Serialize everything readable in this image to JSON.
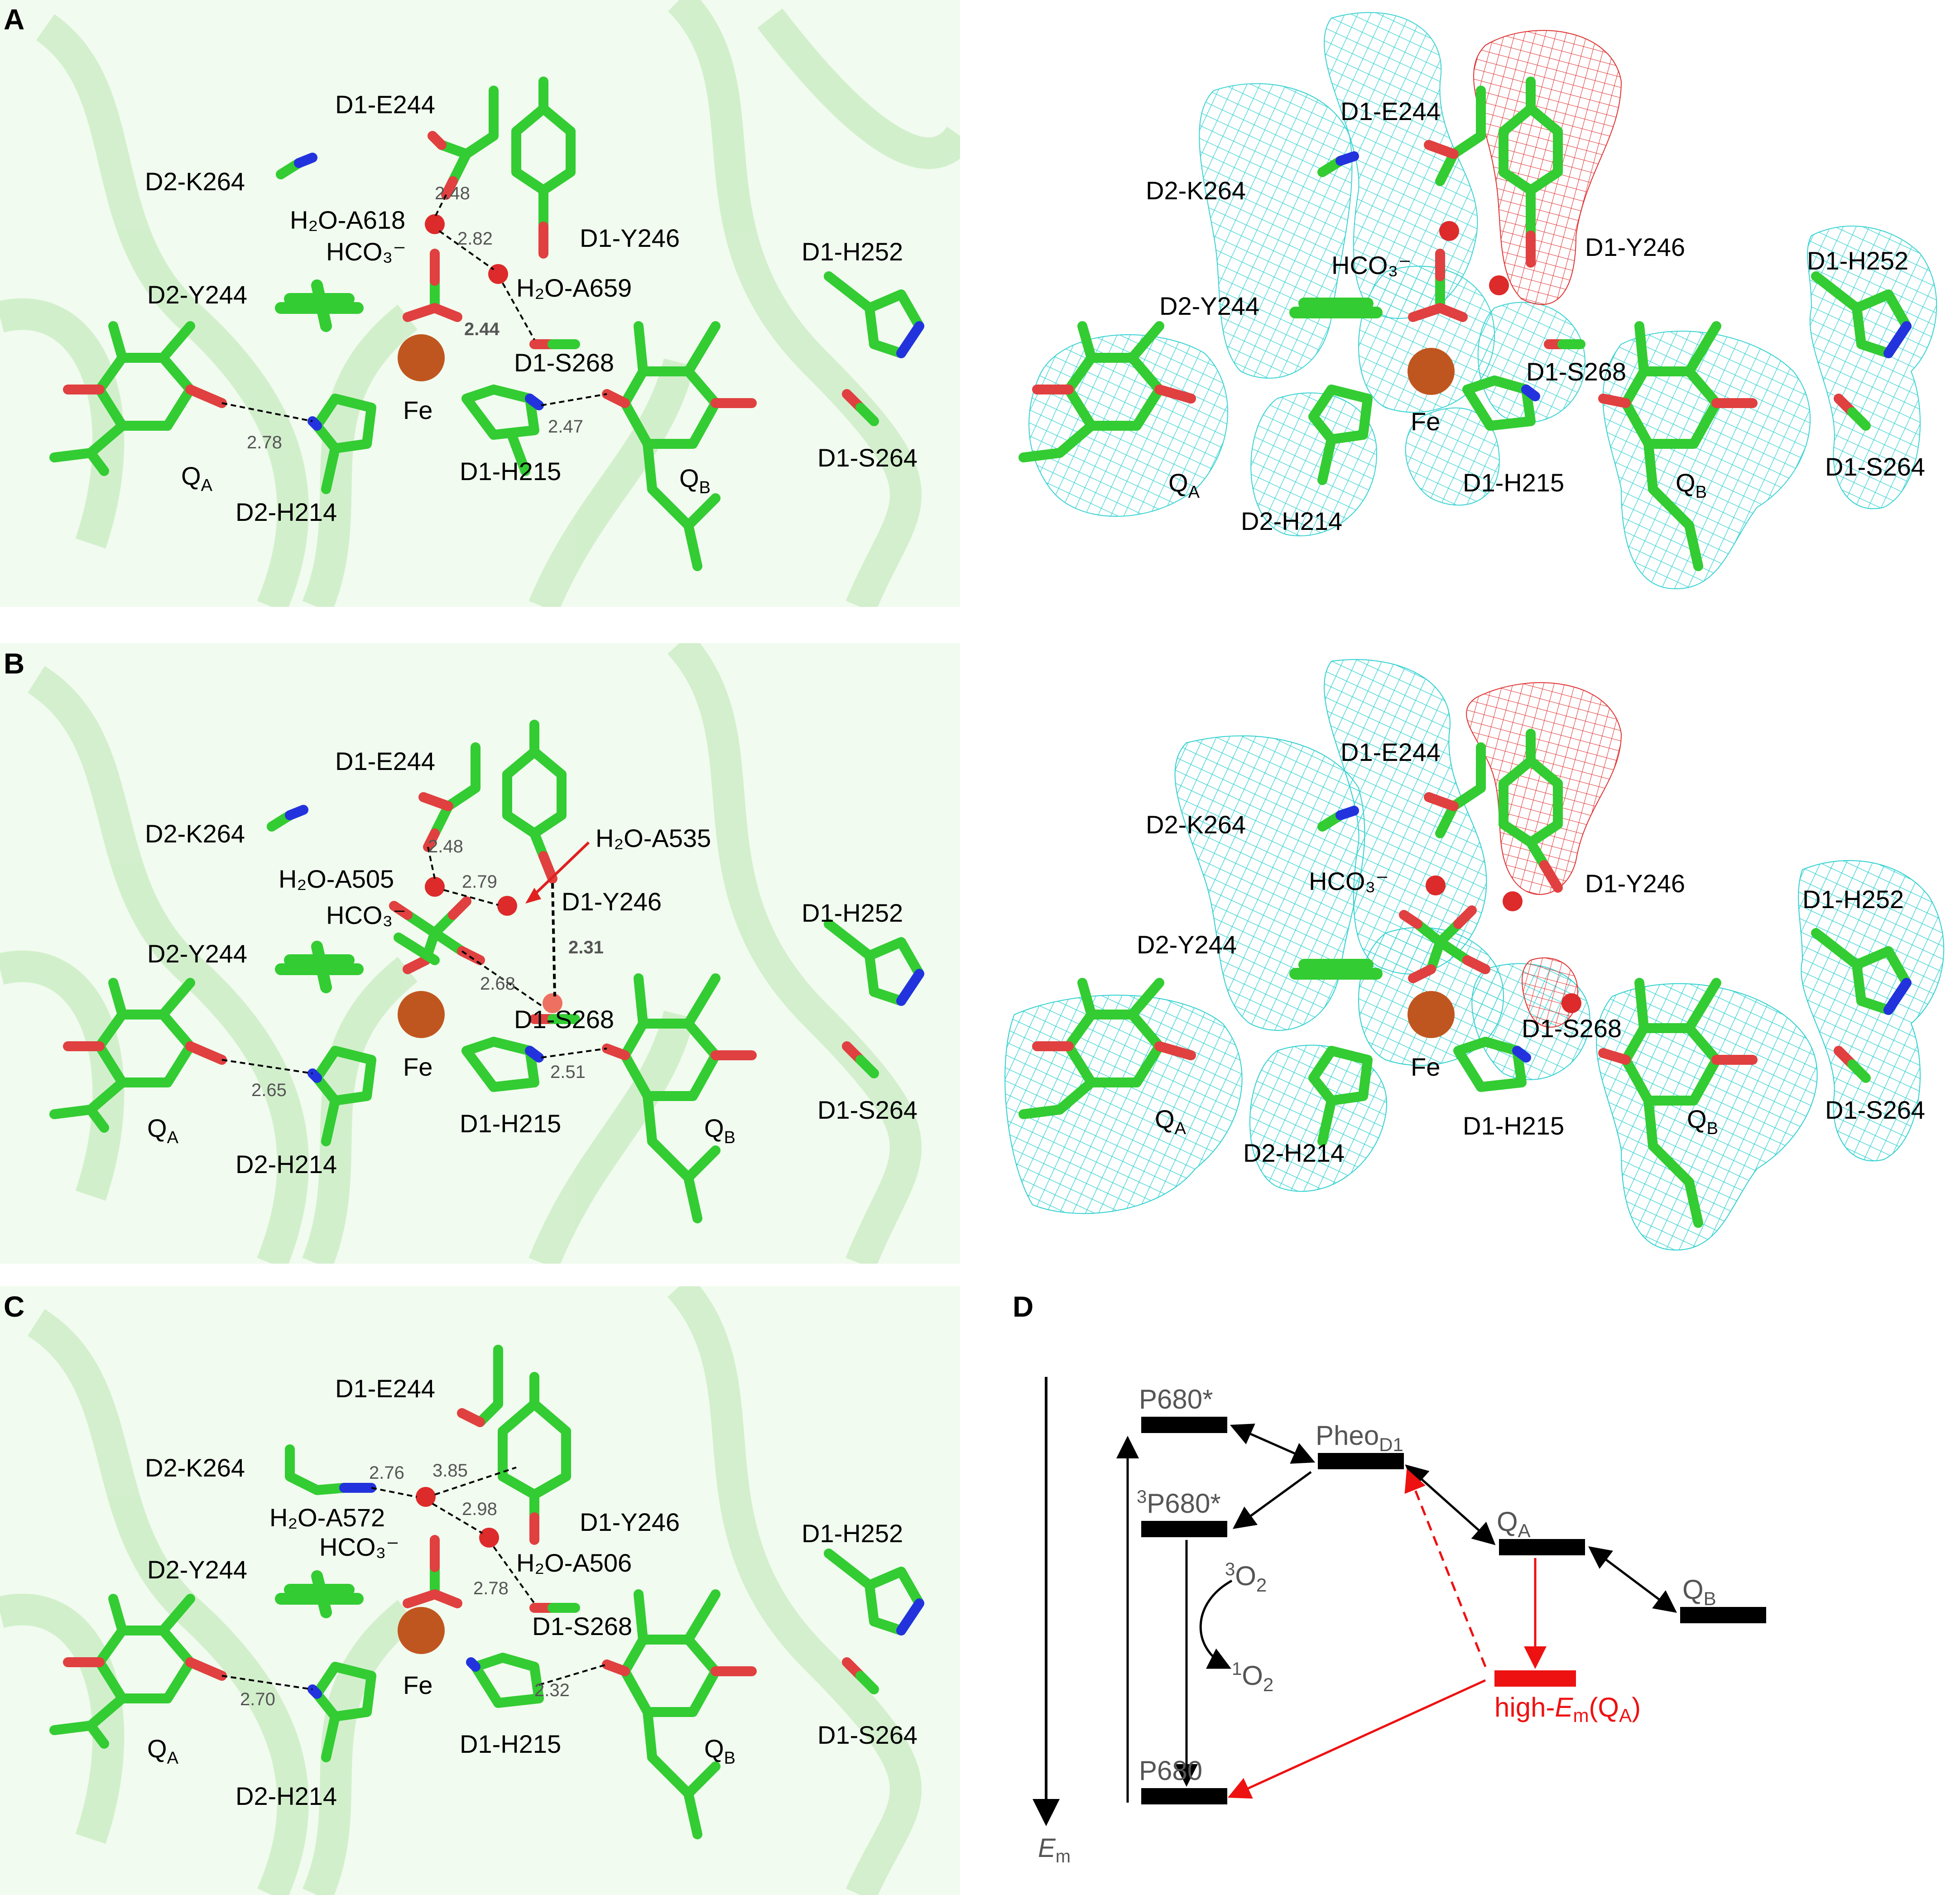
{
  "panels": {
    "A": {
      "letter": "A"
    },
    "B": {
      "letter": "B"
    },
    "C": {
      "letter": "C"
    },
    "D": {
      "letter": "D"
    }
  },
  "residues": {
    "e244": "D1-E244",
    "k264": "D2-K264",
    "y246": "D1-Y246",
    "h252": "D1-H252",
    "y244": "D2-Y244",
    "s268": "D1-S268",
    "h215": "D1-H215",
    "h214": "D2-H214",
    "s264": "D1-S264",
    "fe": "Fe",
    "hco3": "HCO₃⁻",
    "qa_main": "Q",
    "qa_sub": "A",
    "qb_main": "Q",
    "qb_sub": "B"
  },
  "waters": {
    "a_w1": "H₂O-A618",
    "a_w2": "H₂O-A659",
    "b_w1": "H₂O-A505",
    "b_w2": "H₂O-A535",
    "c_w1": "H₂O-A572",
    "c_w2": "H₂O-A506"
  },
  "distances": {
    "a": {
      "e_w": "2.48",
      "w_w": "2.82",
      "w_s": "2.44",
      "qa_h": "2.78",
      "h_qb": "2.47"
    },
    "b": {
      "e_w": "2.48",
      "w_w": "2.79",
      "w_s": "2.31",
      "hco_s": "2.68",
      "qa_h": "2.65",
      "h_qb": "2.51"
    },
    "c": {
      "k_w": "2.76",
      "w_y": "3.85",
      "w_w": "2.98",
      "w_s": "2.78",
      "qa_h": "2.70",
      "h_qb": "2.32"
    }
  },
  "diagram_d": {
    "p680star": "P680*",
    "pheo_main": "Pheo",
    "pheo_sub": "D1",
    "tp680_sup": "3",
    "tp680_main": "P680*",
    "qa_main": "Q",
    "qa_sub": "A",
    "qb_main": "Q",
    "qb_sub": "B",
    "to2_sup": "3",
    "to2_main": "O",
    "to2_sub": "2",
    "so2_sup": "1",
    "so2_main": "O",
    "so2_sub": "2",
    "highem_pre": "high-",
    "highem_e": "E",
    "highem_m": "m",
    "highem_paren": "(Q",
    "highem_a": "A",
    "highem_close": ")",
    "p680": "P680",
    "em_e": "E",
    "em_m": "m",
    "colors": {
      "level": "#000000",
      "high_em": "#ee1111",
      "label_gray": "#555555"
    }
  },
  "colors": {
    "carbon": "#33cc33",
    "oxygen": "#e04040",
    "nitrogen": "#2233dd",
    "iron": "#c0561f",
    "water": "#dd2a2a",
    "density_mesh": "#2fd0d0",
    "diff_mesh": "#e03030",
    "ribbon": "#b8e8b0"
  }
}
